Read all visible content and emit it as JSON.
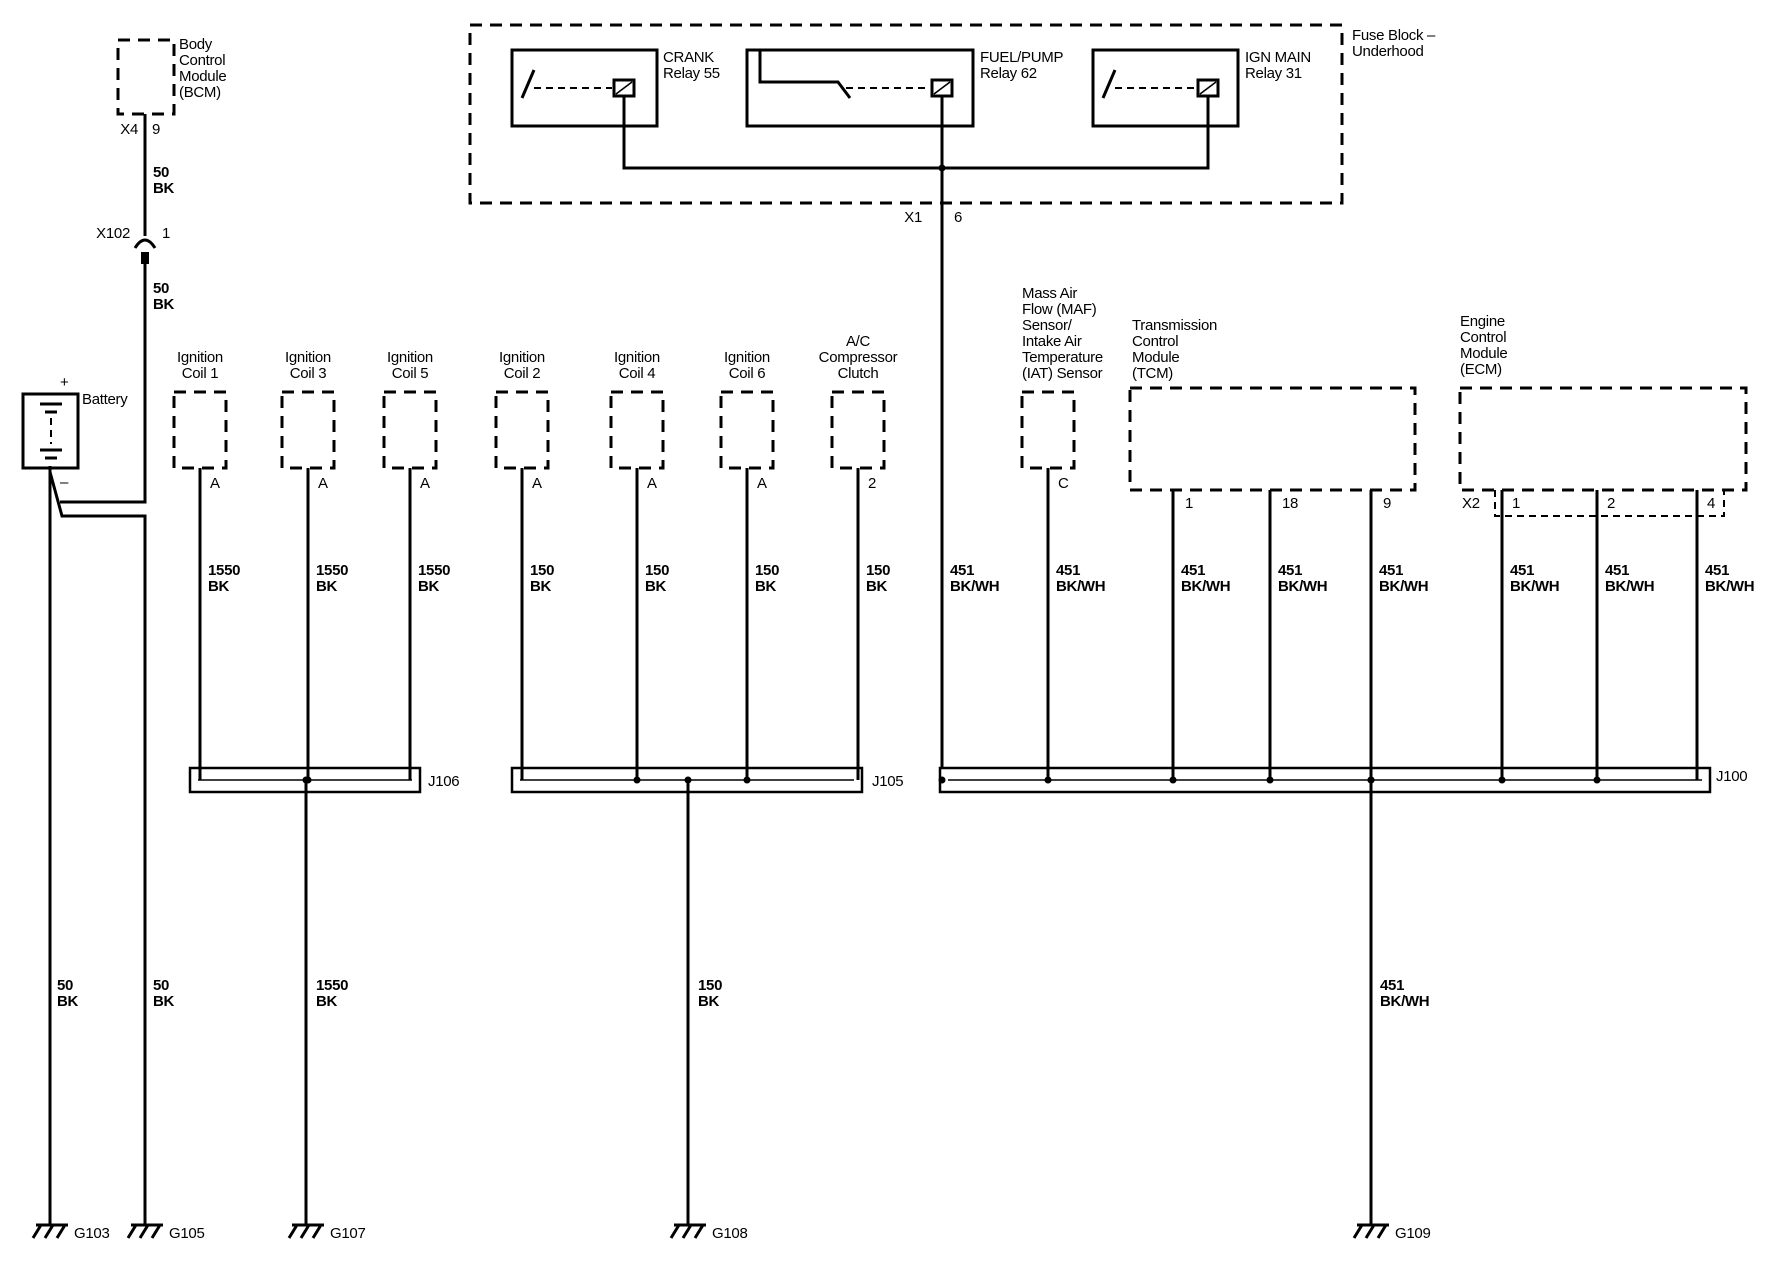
{
  "fuse_block": {
    "title_line1": "Fuse Block –",
    "title_line2": "Underhood",
    "connector": "X1",
    "pin": "6",
    "relays": [
      {
        "line1": "CRANK",
        "line2": "Relay 55"
      },
      {
        "line1": "FUEL/PUMP",
        "line2": "Relay 62"
      },
      {
        "line1": "IGN MAIN",
        "line2": "Relay 31"
      }
    ]
  },
  "bcm": {
    "lines": [
      "Body",
      "Control",
      "Module",
      "(BCM)"
    ],
    "connector": "X4",
    "pin": "9"
  },
  "inline_connector": {
    "name": "X102",
    "pin": "1"
  },
  "battery": {
    "label": "Battery",
    "plus": "+",
    "minus": "–"
  },
  "wires": {
    "bcm_top": {
      "gauge": "50",
      "color": "BK"
    },
    "bcm_mid": {
      "gauge": "50",
      "color": "BK"
    },
    "battery_ground": {
      "gauge": "50",
      "color": "BK"
    },
    "bcm_ground": {
      "gauge": "50",
      "color": "BK"
    },
    "j106_ground": {
      "gauge": "1550",
      "color": "BK"
    },
    "j105_ground": {
      "gauge": "150",
      "color": "BK"
    },
    "j100_ground": {
      "gauge": "451",
      "color": "BK/WH"
    },
    "fuse_block_feed": {
      "gauge": "451",
      "color": "BK/WH"
    }
  },
  "components": [
    {
      "lines": [
        "Ignition",
        "Coil 1"
      ],
      "pin": "A",
      "gauge": "1550",
      "color": "BK"
    },
    {
      "lines": [
        "Ignition",
        "Coil 3"
      ],
      "pin": "A",
      "gauge": "1550",
      "color": "BK"
    },
    {
      "lines": [
        "Ignition",
        "Coil 5"
      ],
      "pin": "A",
      "gauge": "1550",
      "color": "BK"
    },
    {
      "lines": [
        "Ignition",
        "Coil 2"
      ],
      "pin": "A",
      "gauge": "150",
      "color": "BK"
    },
    {
      "lines": [
        "Ignition",
        "Coil 4"
      ],
      "pin": "A",
      "gauge": "150",
      "color": "BK"
    },
    {
      "lines": [
        "Ignition",
        "Coil 6"
      ],
      "pin": "A",
      "gauge": "150",
      "color": "BK"
    },
    {
      "lines": [
        "A/C",
        "Compressor",
        "Clutch"
      ],
      "pin": "2",
      "gauge": "150",
      "color": "BK"
    },
    {
      "lines": [
        "Mass Air",
        "Flow (MAF)",
        "Sensor/",
        "Intake Air",
        "Temperature",
        "(IAT) Sensor"
      ],
      "pin": "C",
      "gauge": "451",
      "color": "BK/WH"
    }
  ],
  "tcm": {
    "lines": [
      "Transmission",
      "Control",
      "Module",
      "(TCM)"
    ],
    "pins": [
      {
        "pin": "1",
        "gauge": "451",
        "color": "BK/WH"
      },
      {
        "pin": "18",
        "gauge": "451",
        "color": "BK/WH"
      },
      {
        "pin": "9",
        "gauge": "451",
        "color": "BK/WH"
      }
    ]
  },
  "ecm": {
    "lines": [
      "Engine",
      "Control",
      "Module",
      "(ECM)"
    ],
    "connector": "X2",
    "pins": [
      {
        "pin": "1",
        "gauge": "451",
        "color": "BK/WH"
      },
      {
        "pin": "2",
        "gauge": "451",
        "color": "BK/WH"
      },
      {
        "pin": "4",
        "gauge": "451",
        "color": "BK/WH"
      }
    ]
  },
  "splices": {
    "j106": "J106",
    "j105": "J105",
    "j100": "J100"
  },
  "grounds": [
    "G103",
    "G105",
    "G107",
    "G108",
    "G109"
  ]
}
